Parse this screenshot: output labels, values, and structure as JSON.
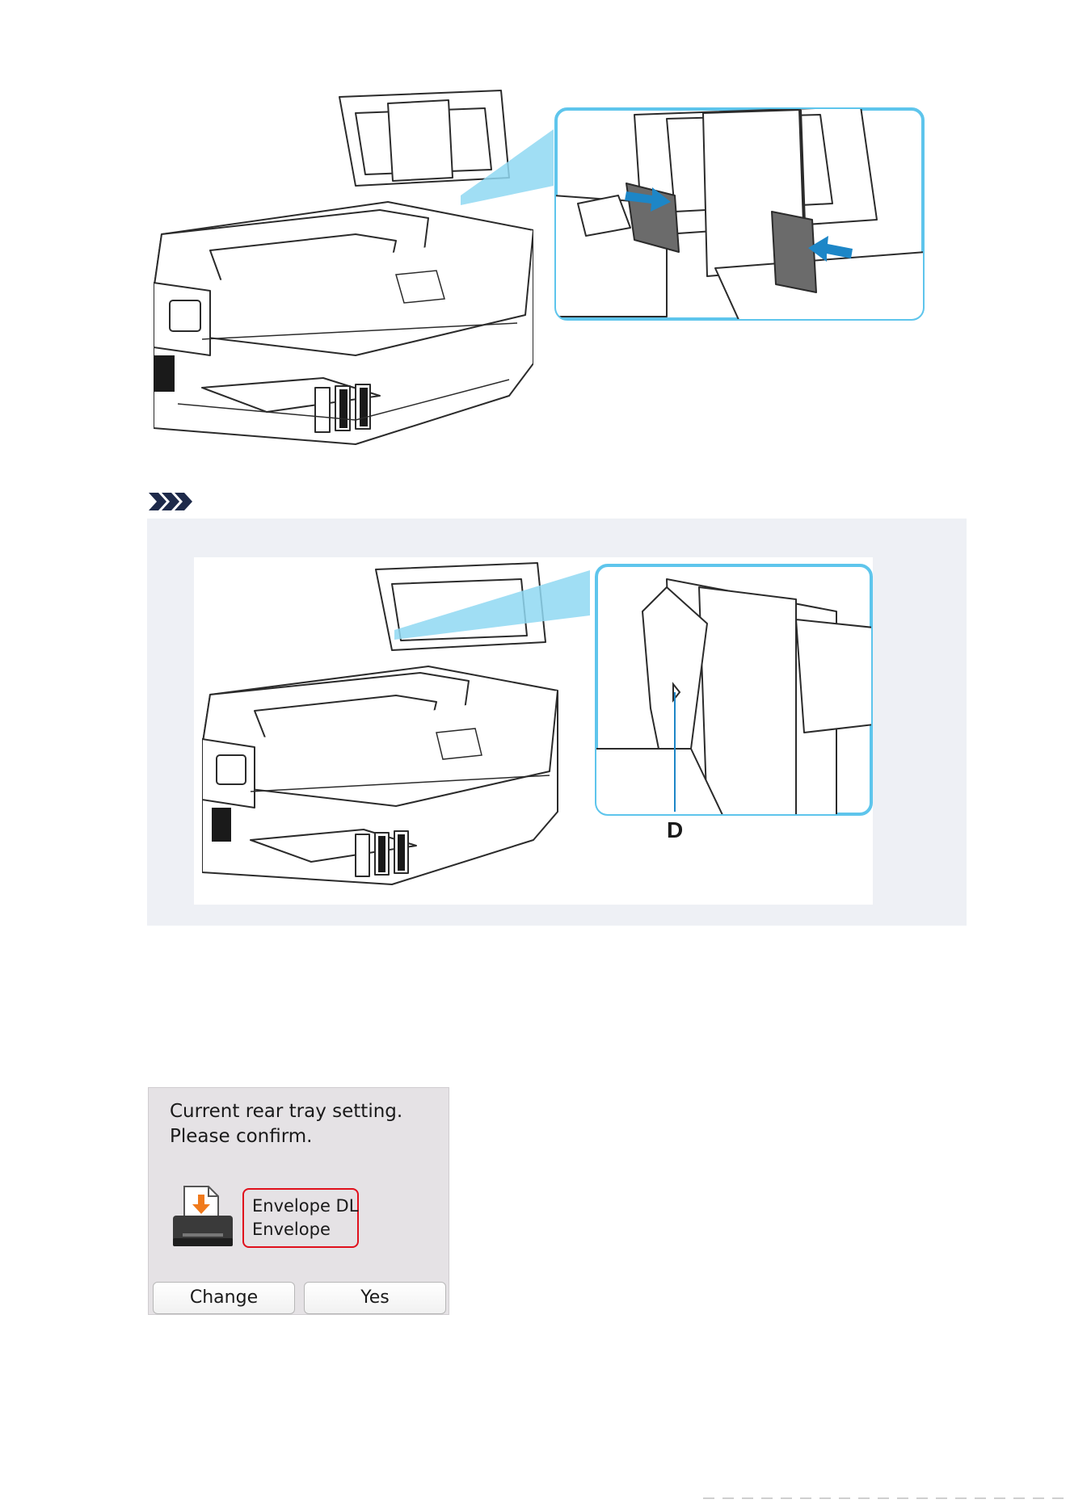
{
  "note": {
    "icon": "note-chevrons-icon",
    "callout_label": "D"
  },
  "lcd": {
    "message_line1": "Current rear tray setting.",
    "message_line2": "Please confirm.",
    "setting_line1": "Envelope DL",
    "setting_line2": "Envelope",
    "button_change": "Change",
    "button_yes": "Yes",
    "icon": "rear-tray-paper-icon"
  },
  "colors": {
    "callout_blue": "#5ec5ec",
    "arrow_blue": "#1d86c7",
    "highlight_red": "#e0101c",
    "note_background": "#eef0f5",
    "lcd_background": "#e5e2e5"
  }
}
